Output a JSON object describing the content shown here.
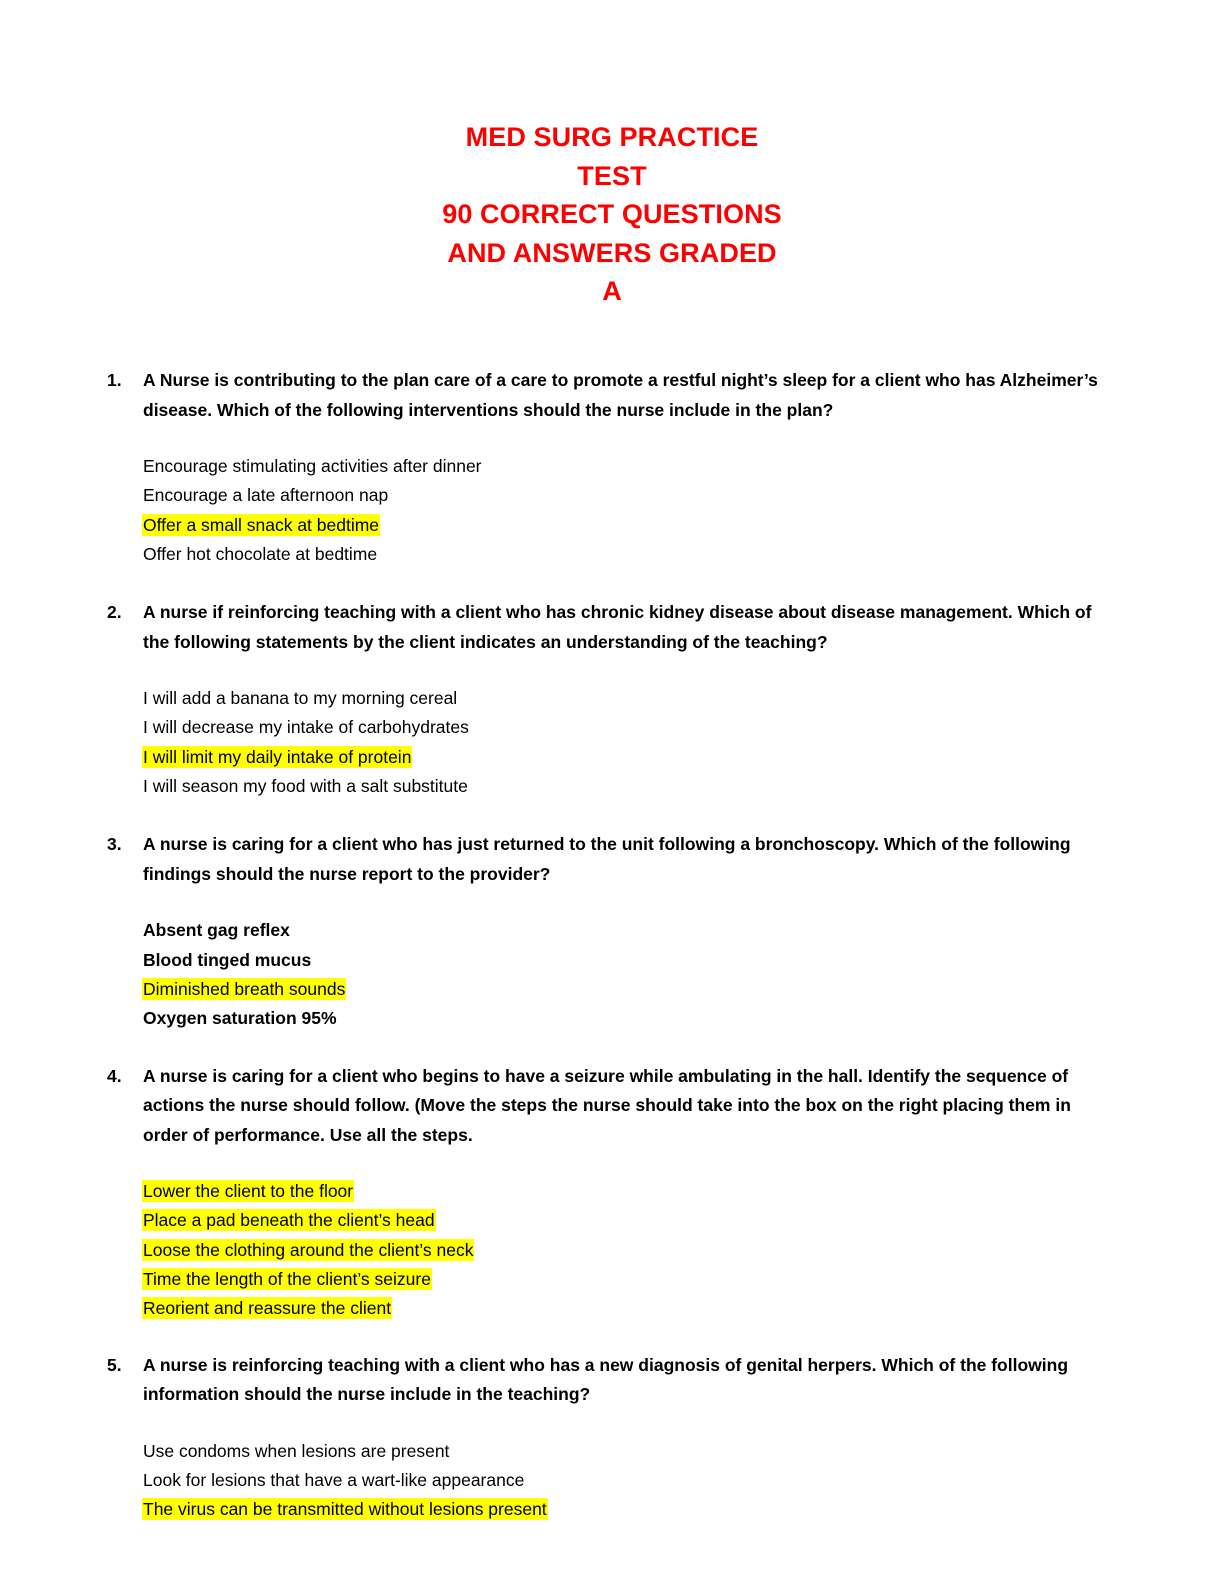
{
  "document": {
    "background_color": "#ffffff",
    "title_color": "#FF0000",
    "highlight_color": "#FFFF00",
    "text_color": "#000000"
  },
  "title": {
    "line1": "MED SURG PRACTICE",
    "line2": "TEST",
    "line3": "90 CORRECT QUESTIONS",
    "line4": "AND ANSWERS GRADED",
    "line5": "A"
  },
  "questions": [
    {
      "number": "1.",
      "stem": "A Nurse is contributing to the plan care of a care to promote a restful night’s sleep for a client who has Alzheimer’s disease. Which of the following interventions should the nurse include in the plan?",
      "options": [
        {
          "text": "Encourage stimulating activities after dinner",
          "highlighted": false
        },
        {
          "text": "Encourage a late afternoon nap",
          "highlighted": false
        },
        {
          "text": "Offer a small snack at bedtime",
          "highlighted": true
        },
        {
          "text": "Offer hot chocolate at bedtime",
          "highlighted": false
        }
      ]
    },
    {
      "number": "2.",
      "stem": "A nurse if reinforcing teaching with a client who has chronic kidney disease about disease management. Which of the following statements by the client indicates an understanding of the teaching?",
      "options": [
        {
          "text": "I will add a banana to my morning cereal",
          "highlighted": false
        },
        {
          "text": "I will decrease my intake of carbohydrates",
          "highlighted": false
        },
        {
          "text": "I will limit my daily intake of protein",
          "highlighted": true
        },
        {
          "text": "I will season my food with a salt substitute",
          "highlighted": false
        }
      ]
    },
    {
      "number": "3.",
      "stem": "A nurse is caring for a client who has just returned to the unit following a bronchoscopy. Which of the following findings should the nurse report to the provider?",
      "options": [
        {
          "text": "Absent gag reflex",
          "highlighted": false
        },
        {
          "text": "Blood tinged mucus",
          "highlighted": false
        },
        {
          "text": "Diminished breath sounds",
          "highlighted": true
        },
        {
          "text": "Oxygen saturation 95%",
          "highlighted": false
        }
      ]
    },
    {
      "number": "4.",
      "stem": "A nurse is caring for a client who begins to have a seizure while ambulating in the hall. Identify the sequence of actions the nurse should follow. (Move the steps the nurse should take into the box on the right placing them in order of performance. Use all the steps.",
      "options": [
        {
          "text": "Lower the client to the floor",
          "highlighted": true
        },
        {
          "text": "Place a pad beneath the client’s head",
          "highlighted": true
        },
        {
          "text": "Loose the clothing around the client’s neck",
          "highlighted": true
        },
        {
          "text": "Time the length of the client’s seizure",
          "highlighted": true
        },
        {
          "text": "Reorient and reassure the client",
          "highlighted": true
        }
      ]
    },
    {
      "number": "5.",
      "stem": "A nurse is reinforcing teaching with a client who has a new diagnosis of genital herpers. Which of the following information should the nurse include in the teaching?",
      "options": [
        {
          "text": "Use condoms when lesions are present",
          "highlighted": false
        },
        {
          "text": "Look for lesions that have a wart-like appearance",
          "highlighted": false
        },
        {
          "text": "The virus can be transmitted without lesions present",
          "highlighted": true
        }
      ]
    }
  ]
}
